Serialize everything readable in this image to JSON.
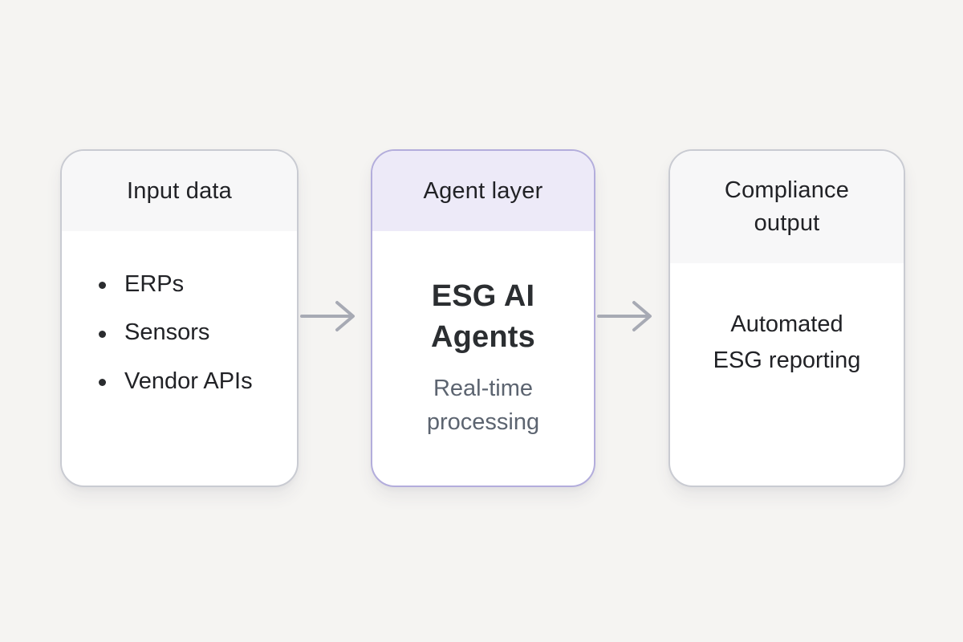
{
  "diagram": {
    "cards": [
      {
        "id": "input-data",
        "header": "Input data",
        "items": [
          "ERPs",
          "Sensors",
          "Vendor APIs"
        ]
      },
      {
        "id": "agent-layer",
        "header": "Agent layer",
        "title": "ESG AI Agents",
        "subtitle": "Real-time processing"
      },
      {
        "id": "compliance-output",
        "header": "Compliance output",
        "body": "Automated ESG reporting"
      }
    ]
  },
  "colors": {
    "page_bg": "#F5F4F2",
    "card_bg": "#FFFFFF",
    "gray_header_bg": "#F7F7F8",
    "lavender_header_bg": "#EDEAF8",
    "gray_border": "#C9CBD2",
    "lavender_border": "#B3ADDC",
    "text_dark": "#212226",
    "text_title": "#2B2E31",
    "text_muted": "#5C6470",
    "arrow_color": "#A7AAB4",
    "dot_color": "#2A2C2F"
  }
}
